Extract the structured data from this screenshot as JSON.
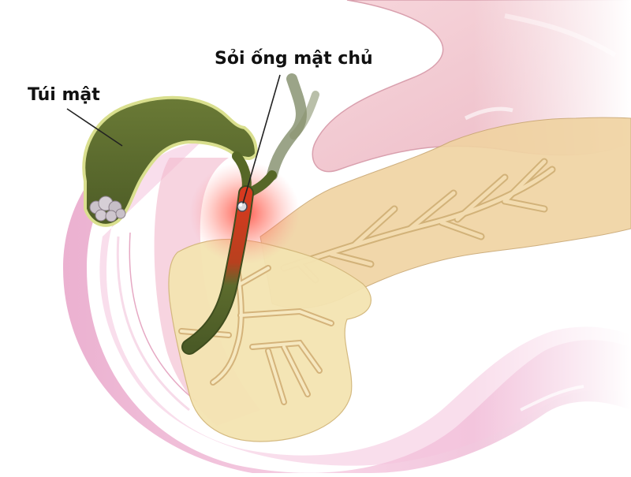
{
  "diagram": {
    "title": "Biliary anatomy illustration - common bile duct stone",
    "labels": {
      "gallbladder": "Túi mật",
      "common_bile_duct_stone": "Sỏi ống mật chủ"
    },
    "colors": {
      "background": "#ffffff",
      "stomach": "#f3c6cf",
      "duodenum": "#f0b9d4",
      "pancreas": "#f0d7a6",
      "pancreatic_head": "#f4e6b4",
      "gallbladder": "#5b6b2e",
      "gallbladder_outline": "#d8e08a",
      "bile_duct": "#4f5f2a",
      "inflamed_duct": "#c6321f",
      "inflammation_glow": "#ff5a4a",
      "gallstones": "#c9c2c9",
      "pointer_line": "#222222",
      "label_text": "#111111"
    }
  }
}
